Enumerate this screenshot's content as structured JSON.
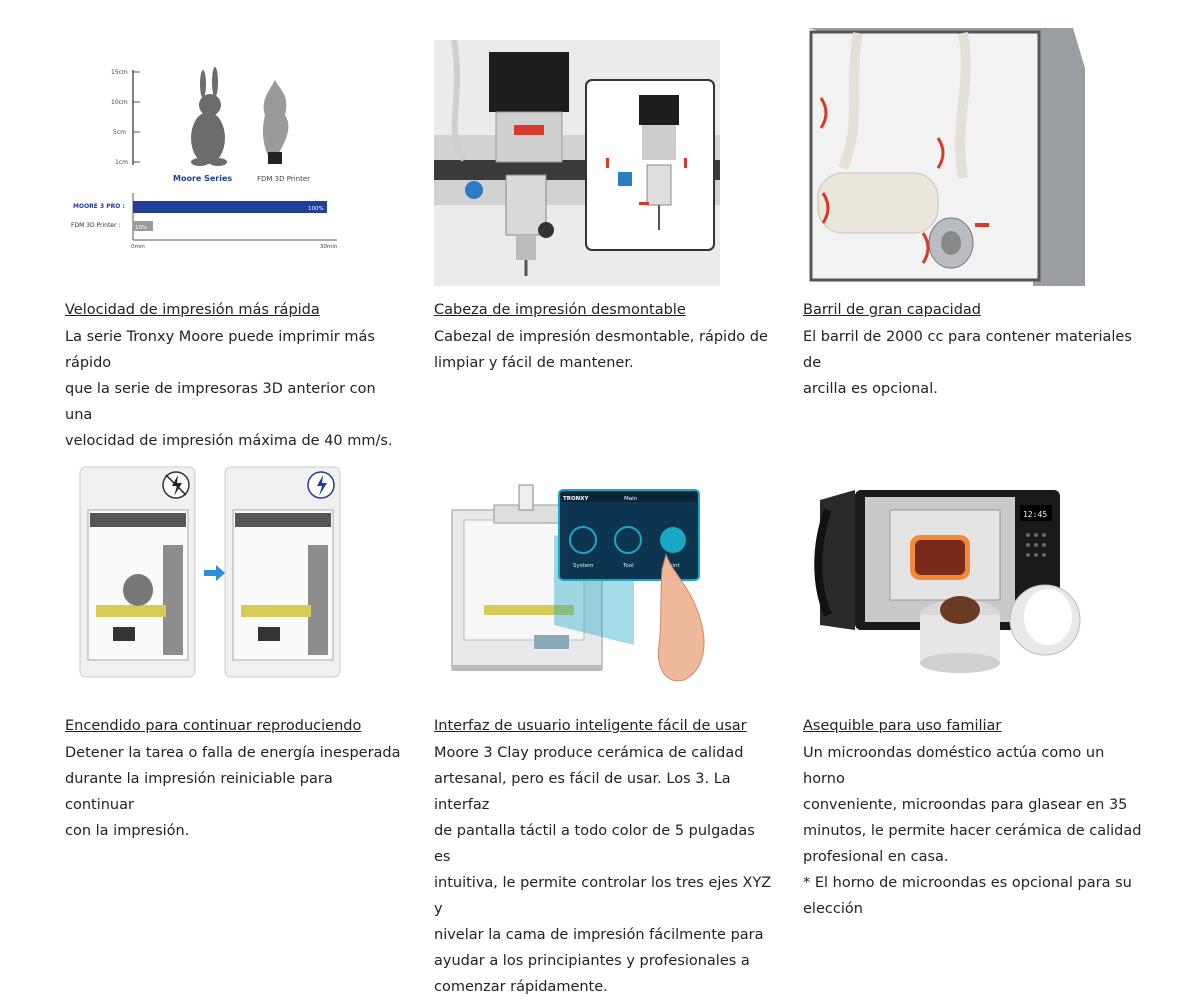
{
  "features": [
    {
      "title": "Velocidad de impresión más rápida",
      "lines": [
        "La serie Tronxy Moore puede imprimir más rápido",
        "que la serie de impresoras 3D anterior con una",
        "velocidad de impresión máxima de 40 mm/s."
      ],
      "image": {
        "y_ticks": [
          "15cm",
          "10cm",
          "5cm",
          "1cm"
        ],
        "product_label": "Moore Series",
        "compare_label": "FDM 3D Printer",
        "bars": [
          {
            "name": "MOORE 3 PRO :",
            "label": "100%",
            "value": 1.0
          },
          {
            "name": "FDM 3D Printer :",
            "label": "10%",
            "value": 0.1
          }
        ],
        "x_ticks": [
          "0min",
          "30min"
        ]
      }
    },
    {
      "title": "Cabeza de impresión desmontable",
      "lines": [
        "Cabezal de impresión desmontable, rápido de",
        "limpiar y fácil de mantener."
      ]
    },
    {
      "title": "Barril de gran capacidad",
      "lines": [
        "El barril de 2000 cc para contener materiales de",
        "arcilla es opcional."
      ]
    },
    {
      "title": "Encendido para continuar reproduciendo",
      "lines": [
        "Detener la tarea o falla de energía inesperada",
        "durante la impresión reiniciable para continuar",
        "con la impresión."
      ]
    },
    {
      "title": "Interfaz de usuario inteligente fácil de usar",
      "lines": [
        "Moore 3 Clay produce cerámica de calidad",
        "artesanal, pero es fácil de usar. Los 3. La interfaz",
        "de pantalla táctil a todo color de 5 pulgadas es",
        "intuitiva, le permite controlar los tres ejes XYZ y",
        "nivelar la cama de impresión fácilmente para",
        "ayudar a los principiantes y profesionales a",
        "comenzar rápidamente."
      ],
      "image": {
        "brand": "TRONXY",
        "screen_title": "Main",
        "menu": [
          "System",
          "Tool",
          "Print"
        ]
      }
    },
    {
      "title": "Asequible para uso familiar",
      "lines": [
        "Un microondas doméstico actúa como un horno",
        "conveniente, microondas para glasear en 35",
        "minutos, le permite hacer cerámica de calidad",
        "profesional en casa.",
        "* El horno de microondas es opcional para su",
        "elección"
      ],
      "image": {
        "display": "12:45"
      }
    }
  ],
  "colors": {
    "bar_blue": "#1f3f9a",
    "accent_red": "#d63a2a",
    "screen_teal": "#1aa7c4"
  }
}
